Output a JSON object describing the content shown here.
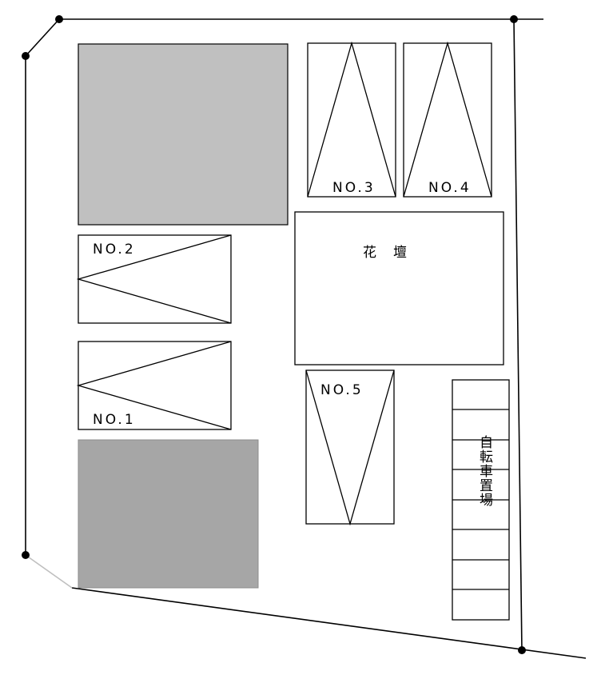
{
  "labels": {
    "space1": "NO.1",
    "space2": "NO.2",
    "space3": "NO.3",
    "space4": "NO.4",
    "space5": "NO.5",
    "flowerbed": "花　壇",
    "bicycle_parking": "自転車置場"
  },
  "colors": {
    "line": "#000000",
    "building_light": "#c0c0c0",
    "building_dark": "#a6a6a6",
    "boundary_soft": "#bfbfbf",
    "background": "#ffffff"
  }
}
